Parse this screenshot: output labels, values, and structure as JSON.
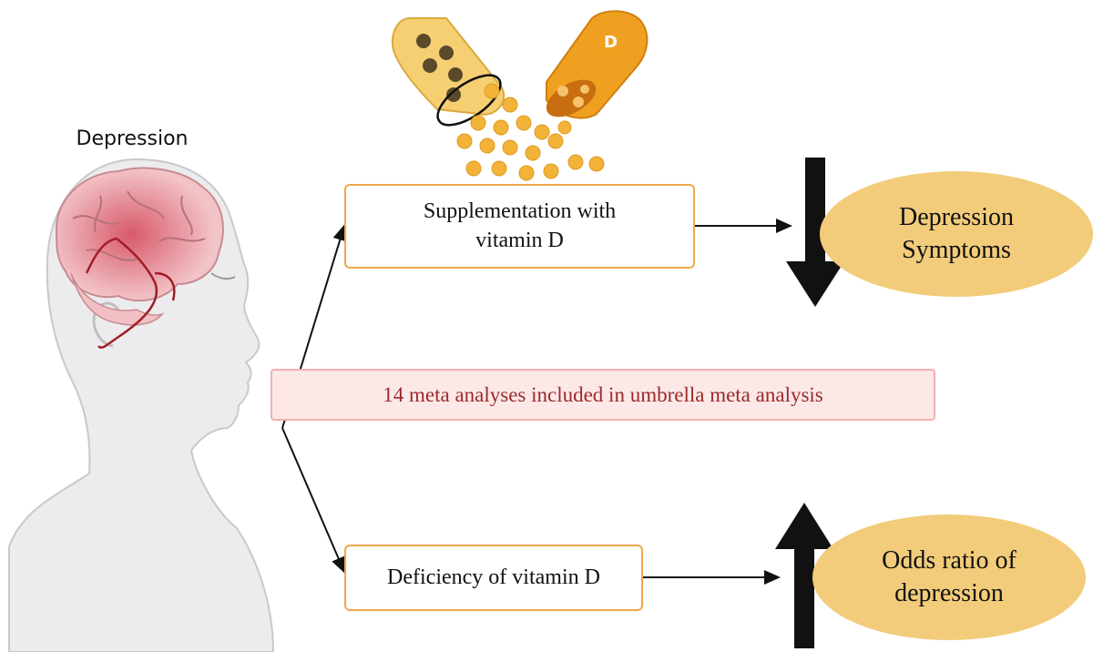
{
  "head_label": "Depression",
  "capsule_label": "D",
  "boxes": {
    "supplementation": [
      "Supplementation with",
      "vitamin D"
    ],
    "deficiency": "Deficiency of vitamin D",
    "meta": "14 meta analyses included in umbrella meta analysis"
  },
  "outcomes": {
    "symptoms": [
      "Depression",
      "Symptoms"
    ],
    "odds": [
      "Odds ratio of",
      "depression"
    ]
  },
  "colors": {
    "box_border": "#f0a64e",
    "meta_fill": "#fde8e8",
    "meta_text": "#9b2a2a",
    "oval_fill": "#f2cc7a",
    "arrow": "#111111",
    "capsule": "#f0a020"
  },
  "icons": [
    "human-head-icon",
    "brain-icon",
    "vitamin-d-capsule-icon",
    "down-arrow-icon",
    "up-arrow-icon"
  ]
}
